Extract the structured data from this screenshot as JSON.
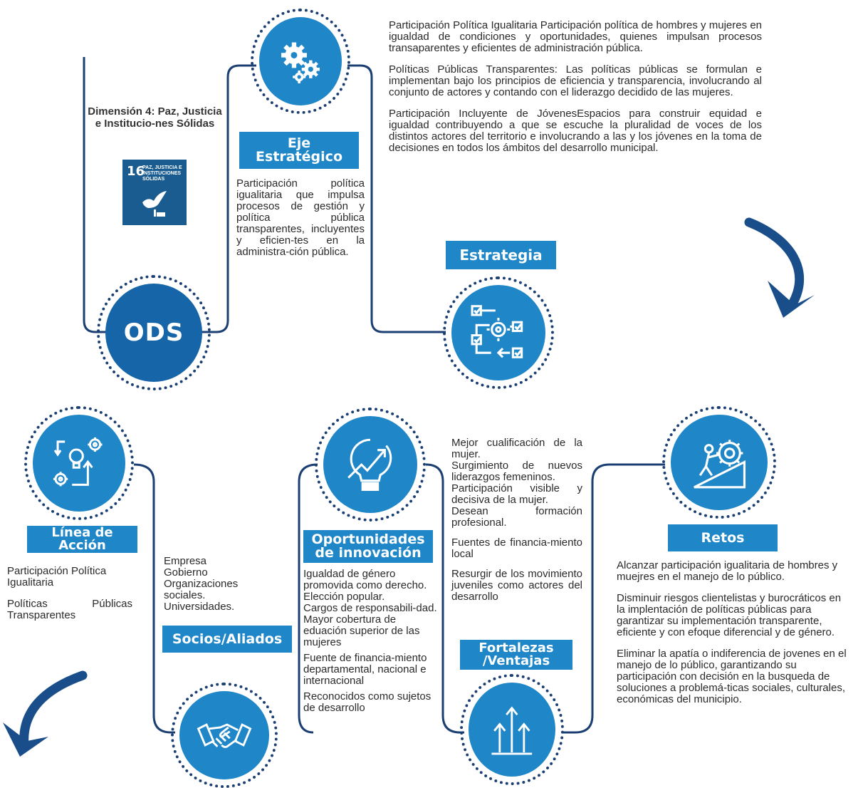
{
  "ods": {
    "label": "ODS",
    "dimension": "Dimensión 4: Paz, Justicia e Institucio-nes Sólidas",
    "sdg_number": "16",
    "sdg_title": "PAZ, JUSTICIA E INSTITUCIONES SÓLIDAS"
  },
  "eje": {
    "label": "Eje Estratégico",
    "text": "Participación política igualitaria que impulsa procesos de gestión y política pública transparentes, incluyentes y eficien-tes en la administra-ción pública."
  },
  "estrategia": {
    "label": "Estrategia",
    "items": [
      "Participación Política Igualitaria Participación política de hombres y mujeres en igualdad de condiciones y oportunidades, quienes impulsan procesos transaparentes y eficientes de administración pública.",
      "Políticas Públicas Transparentes: Las políticas públicas se formulan e implementan bajo los principios de eficiencia y transparencia, involucrando al conjunto de actores y contando con el liderazgo decidido de las mujeres.",
      "Participación Incluyente de JóvenesEspacios para construir equidad e igualdad contribuyendo a que se escuche la pluralidad de voces de los distintos actores del territorio e involucrando a las y los jóvenes en la toma de decisiones en todos los ámbitos del desarrollo municipal."
    ]
  },
  "linea": {
    "label": "Línea de Acción",
    "items": [
      "Participación Política Igualitaria",
      "Políticas Públicas Transparentes"
    ]
  },
  "socios": {
    "label": "Socios/Aliados",
    "items": [
      "Empresa",
      "Gobierno",
      "Organizaciones sociales.",
      "Universidades."
    ]
  },
  "oportunidades": {
    "label": "Oportunidades de innovación",
    "items": [
      "Igualdad de género promovida como derecho.",
      "Elección popular.",
      "Cargos de responsabili-dad.",
      "Mayor cobertura de eduación superior de las mujeres",
      "Fuente de financia-miento departamental, nacional e internacional",
      "Reconocidos como sujetos de desarrollo"
    ]
  },
  "fortalezas": {
    "label": "Fortalezas /Ventajas",
    "items": [
      "Mejor cualificación de la mujer.",
      "Surgimiento de nuevos liderazgos femeninos.",
      "Participación visible y decisiva de la mujer.",
      "Desean formación profesional.",
      "Fuentes de financia-miento local",
      "Resurgir de los movimiento juveniles como actores del desarrollo"
    ]
  },
  "retos": {
    "label": "Retos",
    "items": [
      "Alcanzar participación igualitaria de hombres y muejres en el manejo de lo público.",
      "Disminuir riesgos clientelistas y burocráticos en la implentación de políticas públicas para garantizar su implementación transparente, eficiente y con efoque diferencial y de género.",
      "Eliminar la apatía o indiferencia de jovenes en el manejo de lo público, garantizando su participación con decisión en la busqueda de soluciones a problemá-ticas sociales, culturales, económicas del municipio."
    ]
  },
  "colors": {
    "accent": "#1f86c8",
    "dark": "#1b3f72",
    "arrow": "#1a4e8a"
  },
  "icons": [
    "gears-icon",
    "workflow-icon",
    "idea-cycle-icon",
    "growth-bulb-icon",
    "climber-gear-icon",
    "handshake-icon",
    "arrows-up-icon",
    "dove-icon",
    "curved-arrow-icon"
  ]
}
